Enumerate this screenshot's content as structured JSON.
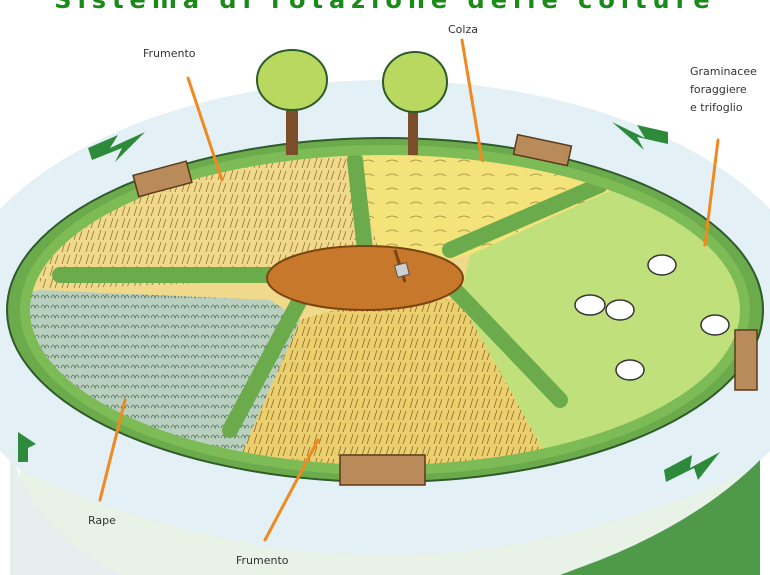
{
  "header_text": "Sistema di rotazione delle colture",
  "labels": {
    "frumento_top": "Frumento",
    "colza": "Colza",
    "graminacee_line1": "Graminacee",
    "graminacee_line2": "foraggiere",
    "graminacee_line3": "e trifoglio",
    "rape": "Rape",
    "frumento_bottom": "Frumento"
  },
  "colors": {
    "wheat": "#f0d98a",
    "colza": "#f3e37a",
    "pasture": "#bfe07a",
    "turnips": "#b9cfbf",
    "soil": "#c8782a",
    "hedge": "#6cab4c",
    "arrow": "#2c8a3a"
  },
  "icons": [
    "rotation-arrow-icon",
    "tree-icon",
    "sheep-icon",
    "gate-icon",
    "shovel-icon"
  ]
}
